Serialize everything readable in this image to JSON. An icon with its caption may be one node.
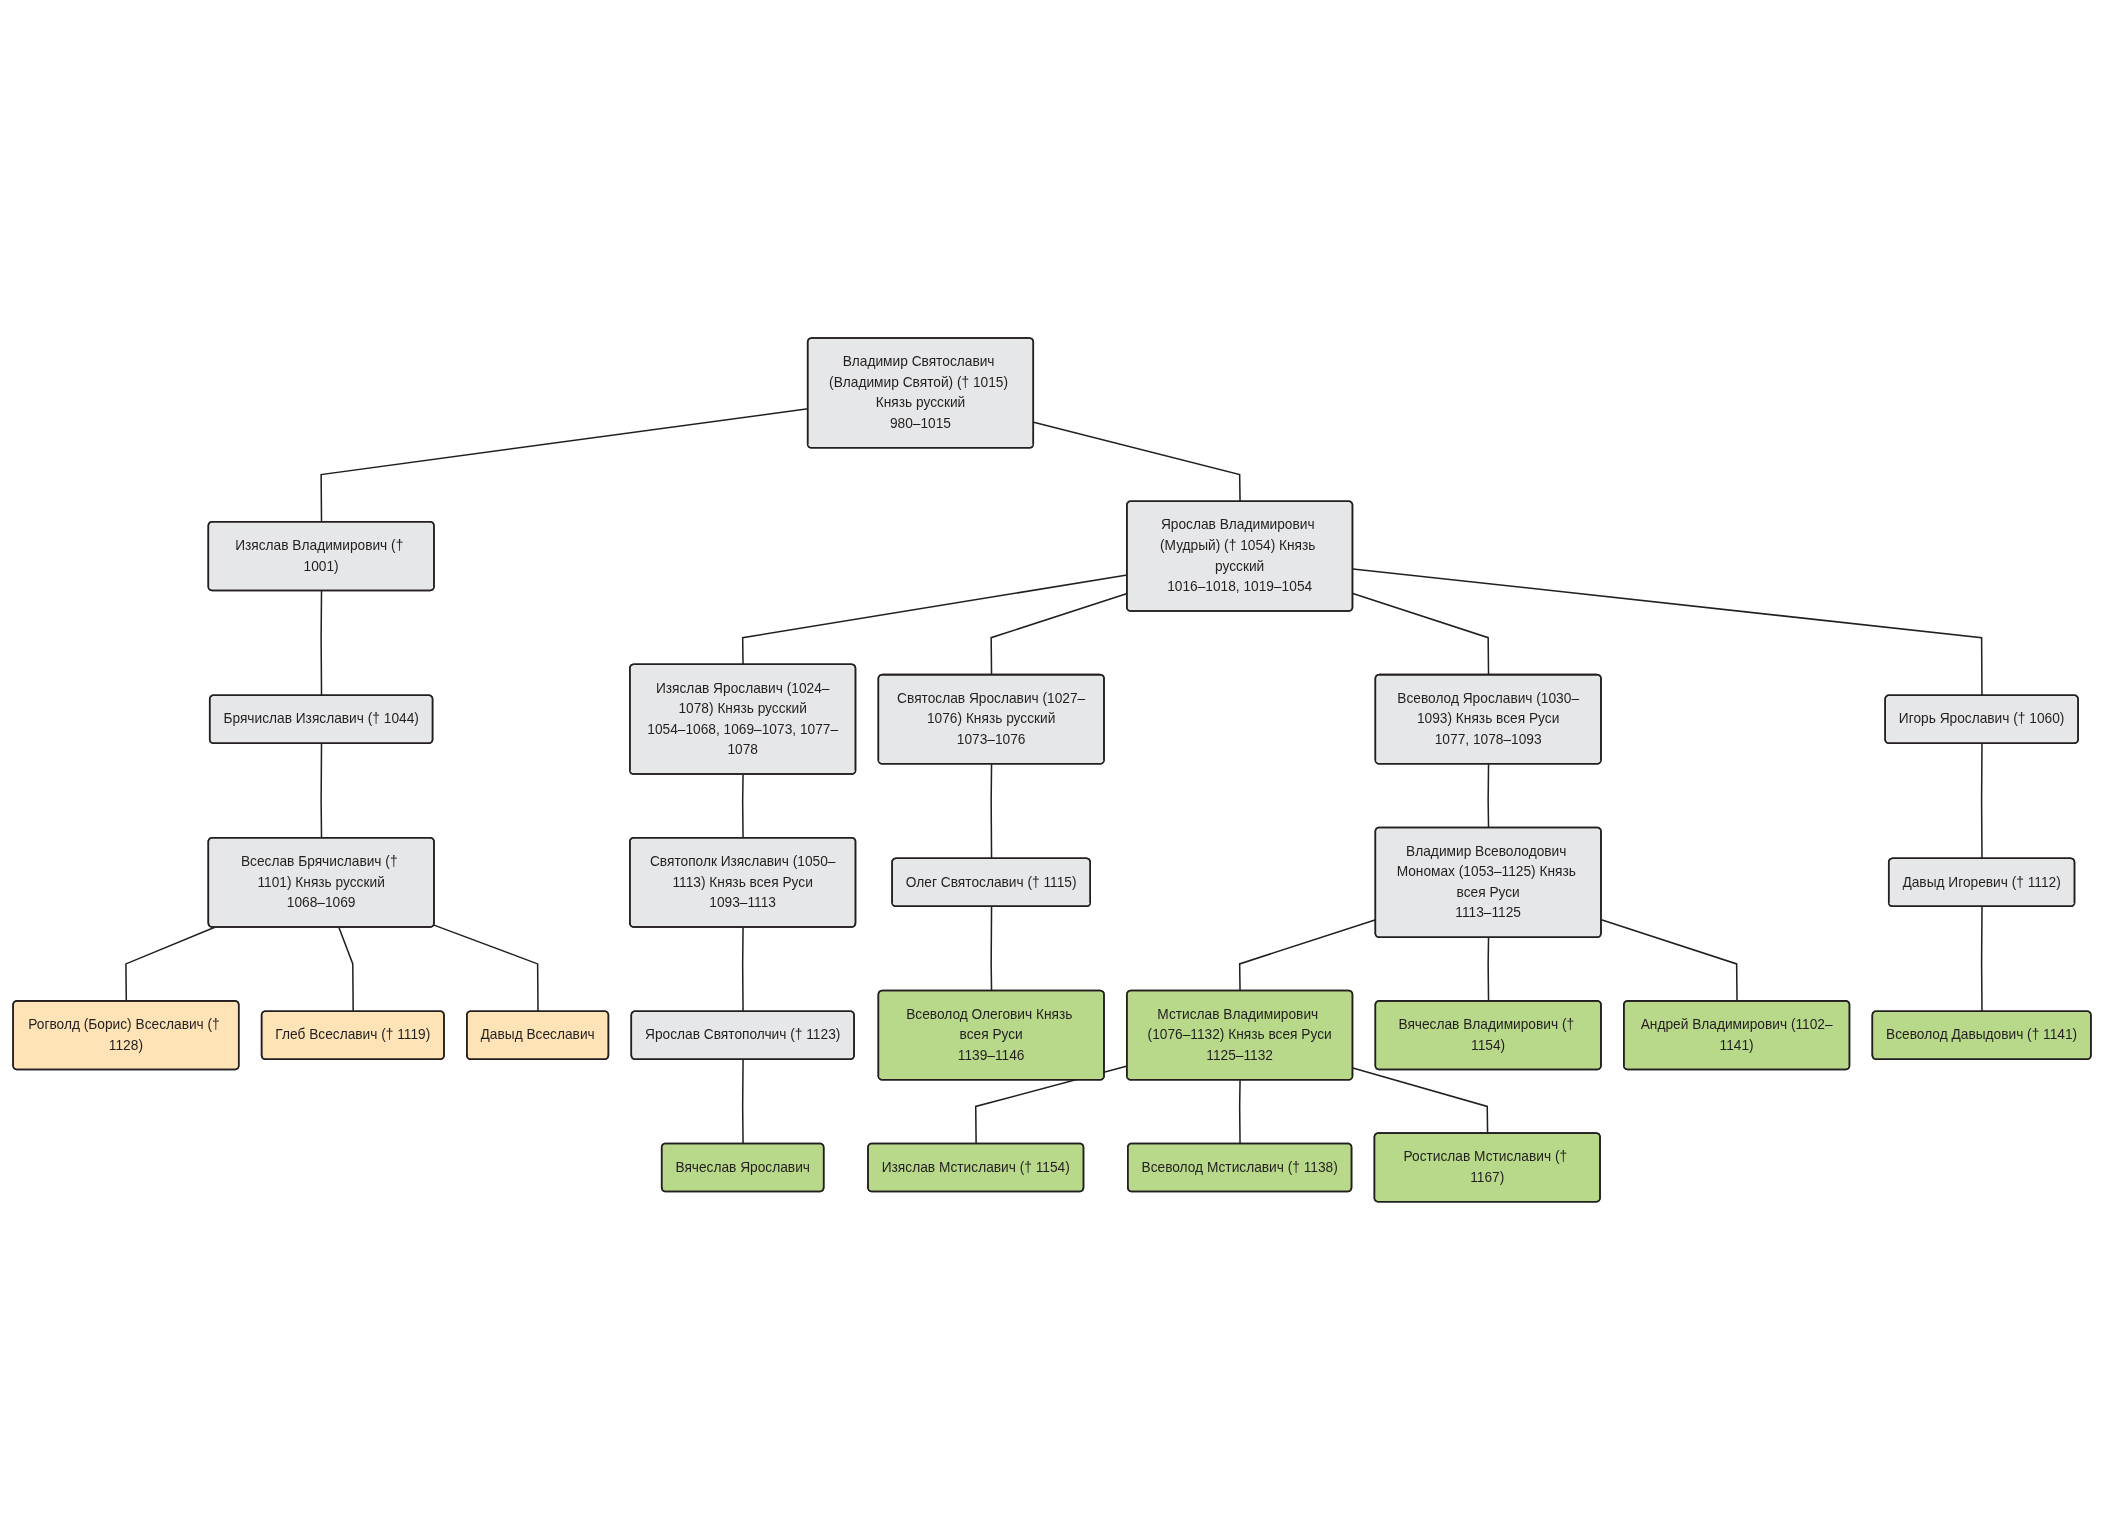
{
  "diagram": {
    "nodes": [
      {
        "text": [
          "Владимир Святославич (Владимир Святой) († 1015) Князь русский",
          "980–1015"
        ]
      },
      {
        "text": [
          "Изяслав Владимирович († 1001)"
        ]
      },
      {
        "text": [
          "Ярослав Владимирович (Мудрый) († 1054) Князь русский",
          "1016–1018, 1019–1054"
        ]
      },
      {
        "text": [
          "Брячислав Изяславич († 1044)"
        ]
      },
      {
        "text": [
          "Изяслав Ярославич (1024–1078) Князь русский",
          "1054–1068, 1069–1073, 1077–1078"
        ]
      },
      {
        "text": [
          "Святослав Ярославич (1027–1076) Князь русский",
          "1073–1076"
        ]
      },
      {
        "text": [
          "Всеволод Ярославич (1030–1093) Князь всея Руси",
          "1077, 1078–1093"
        ]
      },
      {
        "text": [
          "Игорь Ярославич († 1060)"
        ]
      },
      {
        "text": [
          "Всеслав Брячиславич († 1101) Князь русский",
          "1068–1069"
        ]
      },
      {
        "text": [
          "Святополк Изяславич (1050–1113) Князь всея Руси",
          "1093–1113"
        ]
      },
      {
        "text": [
          "Олег Святославич († 1115)"
        ]
      },
      {
        "text": [
          "Владимир Всеволодович Мономах (1053–1125) Князь всея Руси",
          "1113–1125"
        ]
      },
      {
        "text": [
          "Давыд Игоревич († 1112)"
        ]
      },
      {
        "text": [
          "Рогволд (Борис) Всеславич († 1128)"
        ]
      },
      {
        "text": [
          "Ярослав Святополчич († 1123)"
        ]
      },
      {
        "text": [
          "Всеволод Олегович Князь всея Руси",
          "1139–1146"
        ]
      },
      {
        "text": [
          "Всеволод Давыдович († 1141)"
        ]
      },
      {
        "text": [
          "Глеб Всеславич († 1119)"
        ]
      },
      {
        "text": [
          "Вячеслав Ярославич"
        ]
      },
      {
        "text": [
          "Мстислав Владимирович (1076–1132) Князь всея Руси",
          "1125–1132"
        ]
      },
      {
        "text": [
          "Вячеслав Владимирович († 1154)"
        ]
      },
      {
        "text": [
          "Андрей Владимирович (1102–1141)"
        ]
      },
      {
        "text": [
          "Давыд Всеславич"
        ]
      },
      {
        "text": [
          "Изяслав Мстиславич († 1154)"
        ]
      },
      {
        "text": [
          "Всеволод Мстиславич († 1138)"
        ]
      },
      {
        "text": [
          "Ростислав Мстиславич († 1167)"
        ]
      }
    ],
    "edges": [
      {
        "from": 0,
        "to": 1,
        "arrow": "none"
      },
      {
        "from": 0,
        "to": 2,
        "arrow": "none"
      },
      {
        "from": 1,
        "to": 3,
        "arrow": "none"
      },
      {
        "from": 3,
        "to": 8,
        "arrow": "none"
      },
      {
        "from": 2,
        "to": 4,
        "arrow": "none"
      },
      {
        "from": 2,
        "to": 5,
        "arrow": "none"
      },
      {
        "from": 2,
        "to": 6,
        "arrow": "none"
      },
      {
        "from": 2,
        "to": 7,
        "arrow": "none"
      },
      {
        "from": 4,
        "to": 9,
        "arrow": "none"
      },
      {
        "from": 9,
        "to": 14,
        "arrow": "none"
      },
      {
        "from": 14,
        "to": 18,
        "arrow": "none"
      },
      {
        "from": 5,
        "to": 10,
        "arrow": "none"
      },
      {
        "from": 10,
        "to": 15,
        "arrow": "none"
      },
      {
        "from": 6,
        "to": 11,
        "arrow": "none"
      },
      {
        "from": 11,
        "to": 19,
        "arrow": "none"
      },
      {
        "from": 11,
        "to": 20,
        "arrow": "none"
      },
      {
        "from": 11,
        "to": 21,
        "arrow": "none"
      },
      {
        "from": 7,
        "to": 12,
        "arrow": "none"
      },
      {
        "from": 12,
        "to": 16,
        "arrow": "none"
      },
      {
        "from": 8,
        "to": 13,
        "arrow": "none"
      },
      {
        "from": 8,
        "to": 17,
        "arrow": "none"
      },
      {
        "from": 8,
        "to": 22,
        "arrow": "none"
      },
      {
        "from": 19,
        "to": 23,
        "arrow": "none"
      },
      {
        "from": 19,
        "to": 24,
        "arrow": "none"
      },
      {
        "from": 19,
        "to": 25,
        "arrow": "none"
      }
    ]
  }
}
